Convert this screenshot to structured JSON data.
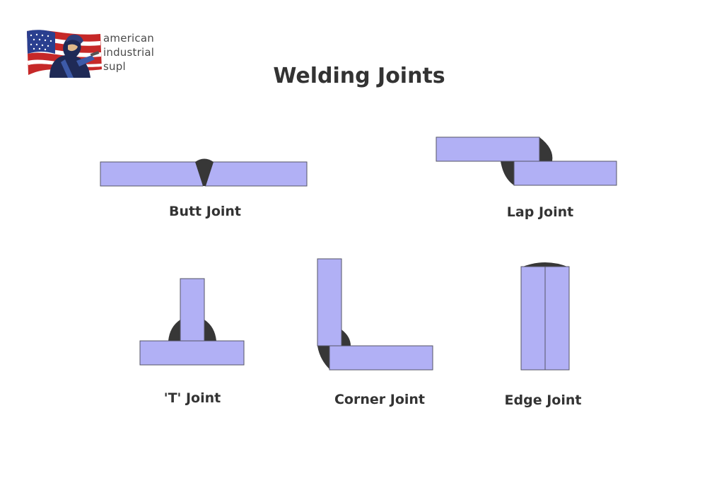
{
  "logo": {
    "lines": [
      "american",
      "industrial",
      "supl"
    ]
  },
  "title": "Welding Joints",
  "colors": {
    "plate_fill": "#b1b0f5",
    "plate_stroke": "#555566",
    "weld_fill": "#373737",
    "text": "#333333"
  },
  "joints": {
    "butt": {
      "label": "Butt Joint"
    },
    "lap": {
      "label": "Lap Joint"
    },
    "tee": {
      "label": "'T' Joint"
    },
    "corner": {
      "label": "Corner Joint"
    },
    "edge": {
      "label": "Edge Joint"
    }
  }
}
